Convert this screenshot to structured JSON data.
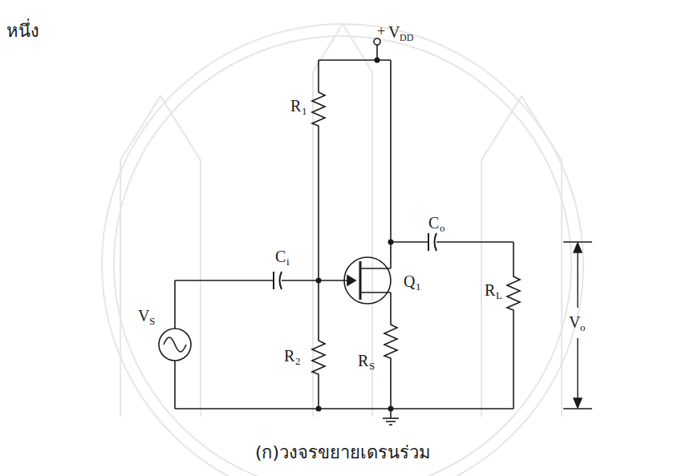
{
  "diagram": {
    "caption": "(ก)วงจรขยายเดรนร่วม",
    "labels": [
      "หนึ่ง",
      "+",
      "V",
      "DD",
      "R",
      "1",
      "C",
      "i",
      "C",
      "o",
      "Q",
      "1",
      "V",
      "S",
      "R",
      "2",
      "R",
      "S",
      "R",
      "L",
      "V",
      "o"
    ]
  }
}
